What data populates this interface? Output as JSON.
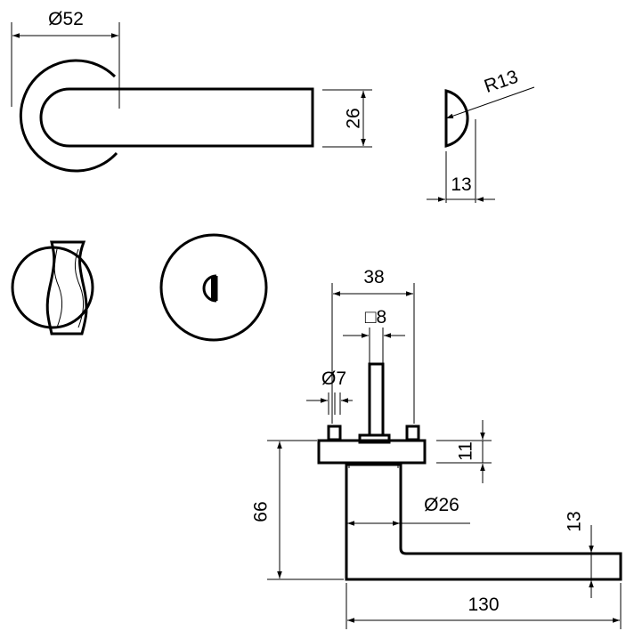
{
  "drawing": {
    "title": "",
    "dimensions": {
      "rose_diameter": "Ø52",
      "lever_height": "26",
      "tip_radius": "R13",
      "tip_width": "13",
      "projection": "38",
      "spindle_square": "□8",
      "pin_diameter": "Ø7",
      "rose_thickness": "11",
      "neck_height": "66",
      "neck_diameter": "Ø26",
      "lever_thickness": "13",
      "lever_length": "130"
    }
  },
  "colors": {
    "line": "#000000",
    "background": "#ffffff"
  }
}
